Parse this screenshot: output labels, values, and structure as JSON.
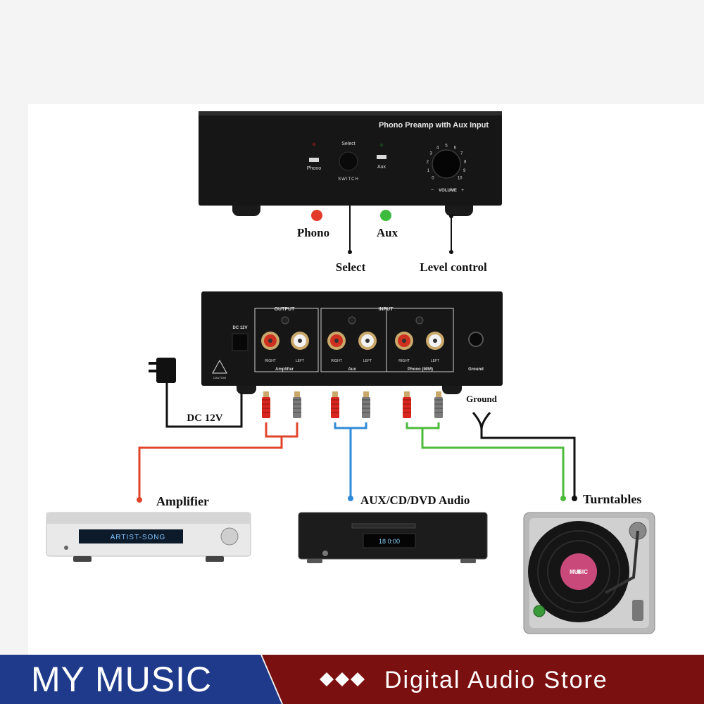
{
  "device": {
    "front_title": "Phono Preamp with Aux Input",
    "select_label": "Select",
    "phono_label": "Phono",
    "aux_label": "Aux",
    "switch_label": "SWITCH",
    "volume_label": "VOLUME",
    "volume_minus": "−",
    "volume_plus": "+",
    "dial_marks": [
      "0",
      "1",
      "2",
      "3",
      "4",
      "5",
      "6",
      "7",
      "8",
      "9",
      "10"
    ]
  },
  "rear": {
    "dc_label": "DC 12V",
    "output_label": "OUTPUT",
    "input_label": "INPUT",
    "right_label": "RIGHT",
    "left_label": "LEFT",
    "amplifier_group": "Amplifier",
    "aux_group": "Aux",
    "phono_group": "Phono (M/M)",
    "ground_label": "Ground",
    "caution_label": "CAUTION"
  },
  "callouts": {
    "phono": "Phono",
    "aux": "Aux",
    "select": "Select",
    "level_control": "Level control",
    "dc": "DC 12V",
    "ground": "Ground",
    "amplifier": "Amplifier",
    "aux_cd_dvd": "AUX/CD/DVD Audio",
    "turntables": "Turntables"
  },
  "amp_display": "ARTIST-SONG",
  "cd_display": "18 0:00",
  "record_label": "MUSIC",
  "colors": {
    "phono_led": "#e23b2a",
    "aux_led": "#3dbb3d",
    "amp_cable": "#e0452c",
    "aux_cable": "#2f8ad8",
    "phono_cable": "#4cbb3b",
    "ground_cable": "#111111",
    "banner_blue": "#1f3a8a",
    "banner_red": "#7a1010"
  },
  "banner": {
    "brand": "MY MUSIC",
    "store": "Digital Audio Store"
  }
}
